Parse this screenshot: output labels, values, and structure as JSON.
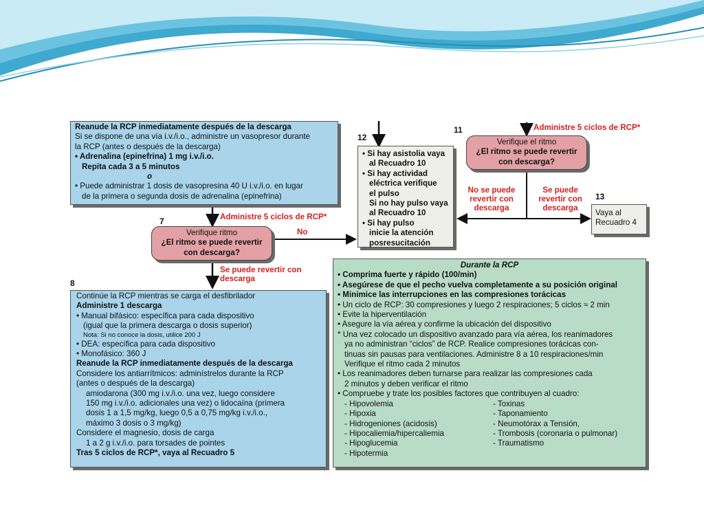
{
  "box_top_left": {
    "lines": [
      "Reanude la RCP inmediatamente después de la descarga",
      "Si se dispone de una vía i.v./i.o., administre un vasopresor durante",
      "la RCP (antes o después de la descarga)",
      "• Adrenalina (epinefrina) 1 mg i.v./i.o.",
      "Repita cada 3 a 5 minutos",
      "o",
      "• Puede administrar 1 dosis de vasopresina 40 U i.v./i.o. en lugar",
      "de la primera o segunda dosis de adrenalina (epinefrina)"
    ]
  },
  "step7": {
    "number": "7",
    "administer": "Administre 5 ciclos de RCP*",
    "title": "Verifique ritmo",
    "question": "¿El ritmo se puede revertir con descarga?",
    "no_label": "No",
    "yes_label": "Se puede revertir con descarga"
  },
  "step12": {
    "number": "12",
    "lines": [
      "• Si hay asistolia vaya",
      "al Recuadro 10",
      "• Si hay actividad",
      "eléctrica verifique",
      "el pulso",
      "Si no hay pulso vaya",
      "al Recuadro 10",
      "• Si hay pulso",
      "inicie la atención",
      "posresucitación"
    ]
  },
  "step11": {
    "number": "11",
    "administer": "Administre 5 ciclos de RCP*",
    "title": "Verifique el ritmo",
    "question": "¿El ritmo se puede revertir con descarga?",
    "no_label": "No se puede revertir con descarga",
    "yes_label": "Se puede revertir con descarga"
  },
  "step13": {
    "number": "13",
    "text": "Vaya al Recuadro 4"
  },
  "step8": {
    "number": "8",
    "lines": [
      "Continúe la RCP mientras se carga el desfibrilador",
      "Administre 1 descarga",
      "• Manual bifásico: específica para cada dispositivo",
      "(igual que la primera descarga o dosis superior)",
      "Nota: Si no conoce la dosis, utilice 200 J",
      "• DEA: específica para cada dispositivo",
      "• Monofásico: 360 J",
      "Reanude la RCP inmediatamente después de la descarga",
      "Considere los antiarrítmicos: adminístrelos durante la RCP",
      "(antes o después de la descarga)",
      "amiodarona (300 mg i.v./i.o. una vez, luego considere",
      "150 mg i.v./i.o. adicionales una vez) o lidocaína (primera",
      "dosis 1 a 1,5 mg/kg, luego 0,5 a 0,75 mg/kg i.v./i.o.,",
      "máximo 3 dosis o 3 mg/kg)",
      "Considere el magnesio, dosis de carga",
      "1 a 2 g i.v./i.o. para torsades de pointes",
      "Tras 5 ciclos de RCP*, vaya al Recuadro 5"
    ]
  },
  "during": {
    "title": "Durante la RCP",
    "lines": [
      "• Comprima fuerte y rápido (100/min)",
      "• Asegúrese de que el pecho vuelva completamente a su posición original",
      "• Minimice las interrupciones en las compresiones torácicas",
      "• Un ciclo de RCP: 30 compresiones y luego 2 respiraciones; 5 ciclos ≈ 2 min",
      "• Evite la hiperventilación",
      "• Asegure la vía aérea y confirme la ubicación del dispositivo",
      "* Una vez colocado un dispositivo avanzado para vía aérea, los reanimadores",
      "ya no administran “ciclos” de RCP. Realice compresiones torácicas con-",
      "tinuas sin pausas para ventilaciones. Administre 8 a 10 respiraciones/min",
      "Verifique el ritmo cada 2 minutos",
      "• Los reanimadores deben turnarse para realizar las compresiones cada",
      "2 minutos y deben verificar el ritmo",
      "• Compruebe y trate los posibles factores que contribuyen al cuadro:"
    ],
    "causes_h": [
      "- Hipovolemia",
      "- Hipoxia",
      "- Hidrogeniones (acidosis)",
      "- Hipocaliemia/hipercaliemia",
      "- Hipoglucemia",
      "- Hipotermia"
    ],
    "causes_t": [
      "- Toxinas",
      "- Taponamiento",
      "- Neumotórax a Tensión,",
      "- Trombosis (coronaria o pulmonar)",
      "- Traumatismo"
    ]
  }
}
